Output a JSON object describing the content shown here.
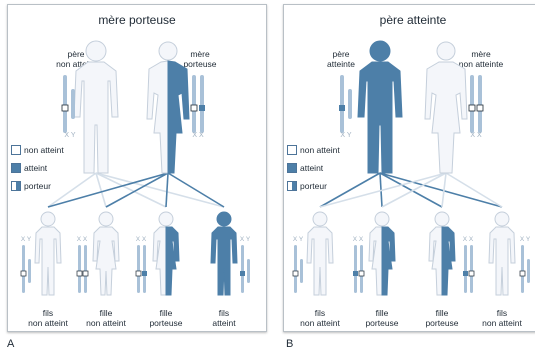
{
  "colors": {
    "affected": "#4d7fa8",
    "unaffected": "#f4f6fa",
    "outline": "#c5cfdb",
    "chromosome": "#a9c1d8"
  },
  "panel_a": {
    "title": "mère porteuse",
    "father_label": [
      "père",
      "non atteint"
    ],
    "mother_label": [
      "mère",
      "porteuse"
    ],
    "father_chromosomes": "X Y",
    "mother_chromosomes": "X X",
    "legend": {
      "unaffected": "non atteint",
      "affected": "atteint",
      "carrier": "porteur"
    },
    "children": [
      {
        "line1": "fils",
        "line2": "non atteint",
        "status": "unaffected",
        "chromosomes": "X Y"
      },
      {
        "line1": "fille",
        "line2": "non atteint",
        "status": "unaffected",
        "chromosomes": "X X"
      },
      {
        "line1": "fille",
        "line2": "porteuse",
        "status": "carrier",
        "chromosomes": "X X"
      },
      {
        "line1": "fils",
        "line2": "atteint",
        "status": "affected",
        "chromosomes": "X Y"
      }
    ],
    "figure_label": "A"
  },
  "panel_b": {
    "title": "père atteinte",
    "father_label": [
      "père",
      "atteinte"
    ],
    "mother_label": [
      "mère",
      "non atteinte"
    ],
    "father_chromosomes": "X Y",
    "mother_chromosomes": "X X",
    "legend": {
      "unaffected": "non atteint",
      "affected": "atteint",
      "carrier": "porteur"
    },
    "children": [
      {
        "line1": "fils",
        "line2": "non atteint",
        "status": "unaffected",
        "chromosomes": "X Y"
      },
      {
        "line1": "fille",
        "line2": "porteuse",
        "status": "carrier",
        "chromosomes": "X X"
      },
      {
        "line1": "fille",
        "line2": "porteuse",
        "status": "carrier",
        "chromosomes": "X X"
      },
      {
        "line1": "fils",
        "line2": "non atteint",
        "status": "unaffected",
        "chromosomes": "X Y"
      }
    ],
    "figure_label": "B"
  }
}
